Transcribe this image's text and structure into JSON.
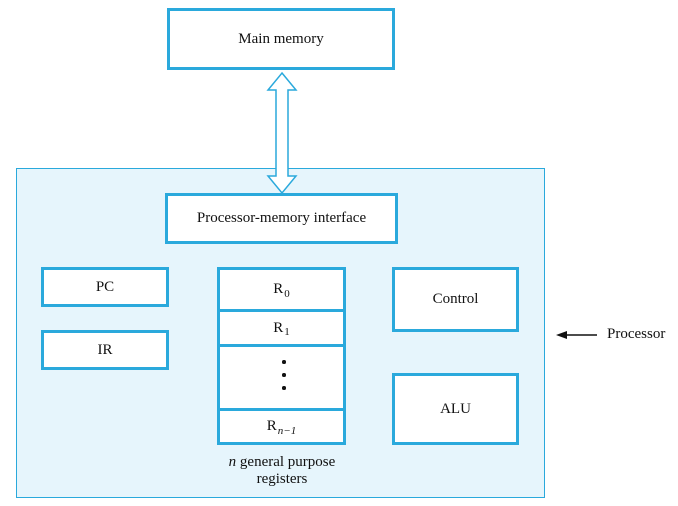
{
  "main_memory": {
    "label": "Main memory"
  },
  "processor": {
    "label": "Processor",
    "interface_label": "Processor-memory interface",
    "pc_label": "PC",
    "ir_label": "IR",
    "control_label": "Control",
    "alu_label": "ALU",
    "registers": {
      "items": [
        {
          "base": "R",
          "sub": "0"
        },
        {
          "base": "R",
          "sub": "1"
        },
        {
          "base": "R",
          "sub": "n−1"
        }
      ],
      "caption_italic": "n",
      "caption_rest": " general purpose",
      "caption_line2": "registers"
    }
  },
  "colors": {
    "box_border": "#2aa9dc",
    "panel_fill": "#e6f5fc"
  }
}
